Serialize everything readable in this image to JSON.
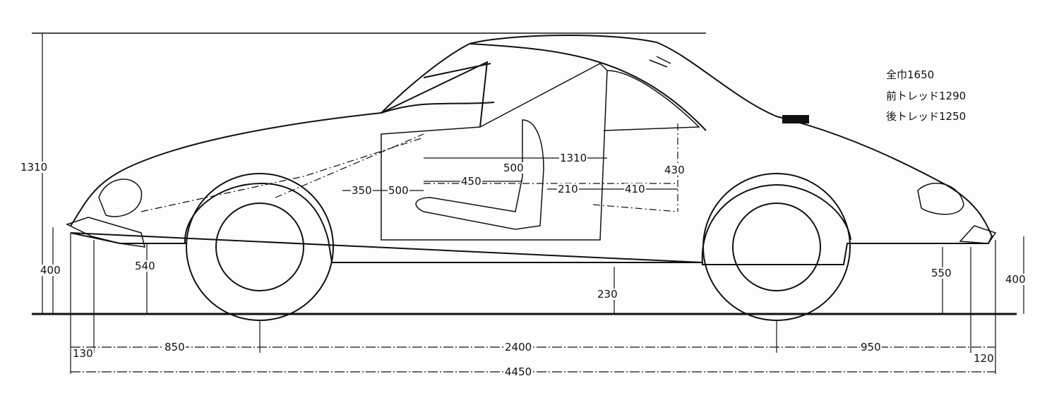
{
  "title": "Side elevation dimension drawing",
  "specs": {
    "overall_width": "全巾1650",
    "front_tread": "前トレッド1290",
    "rear_tread": "後トレッド1250"
  },
  "dimensions": {
    "overall_height": "1310",
    "front_bumper_height": "400",
    "front_wheel_arch_height": "540",
    "ground_clearance": "230",
    "rear_wheel_arch_height": "550",
    "rear_bumper_height": "400",
    "front_overhang_bumper": "130",
    "front_overhang": "850",
    "wheelbase": "2400",
    "rear_overhang": "950",
    "rear_bumper": "120",
    "overall_length": "4450",
    "pedal_to_seat": "350",
    "pedal_offset": "500",
    "front_seat_depth": "450",
    "front_seat_back": "500",
    "interior_height": "1310",
    "seat_gap": "210",
    "rear_legroom": "410",
    "rear_headroom": "430"
  },
  "colors": {
    "ink": "#111111",
    "paper": "#fdfdfd"
  }
}
